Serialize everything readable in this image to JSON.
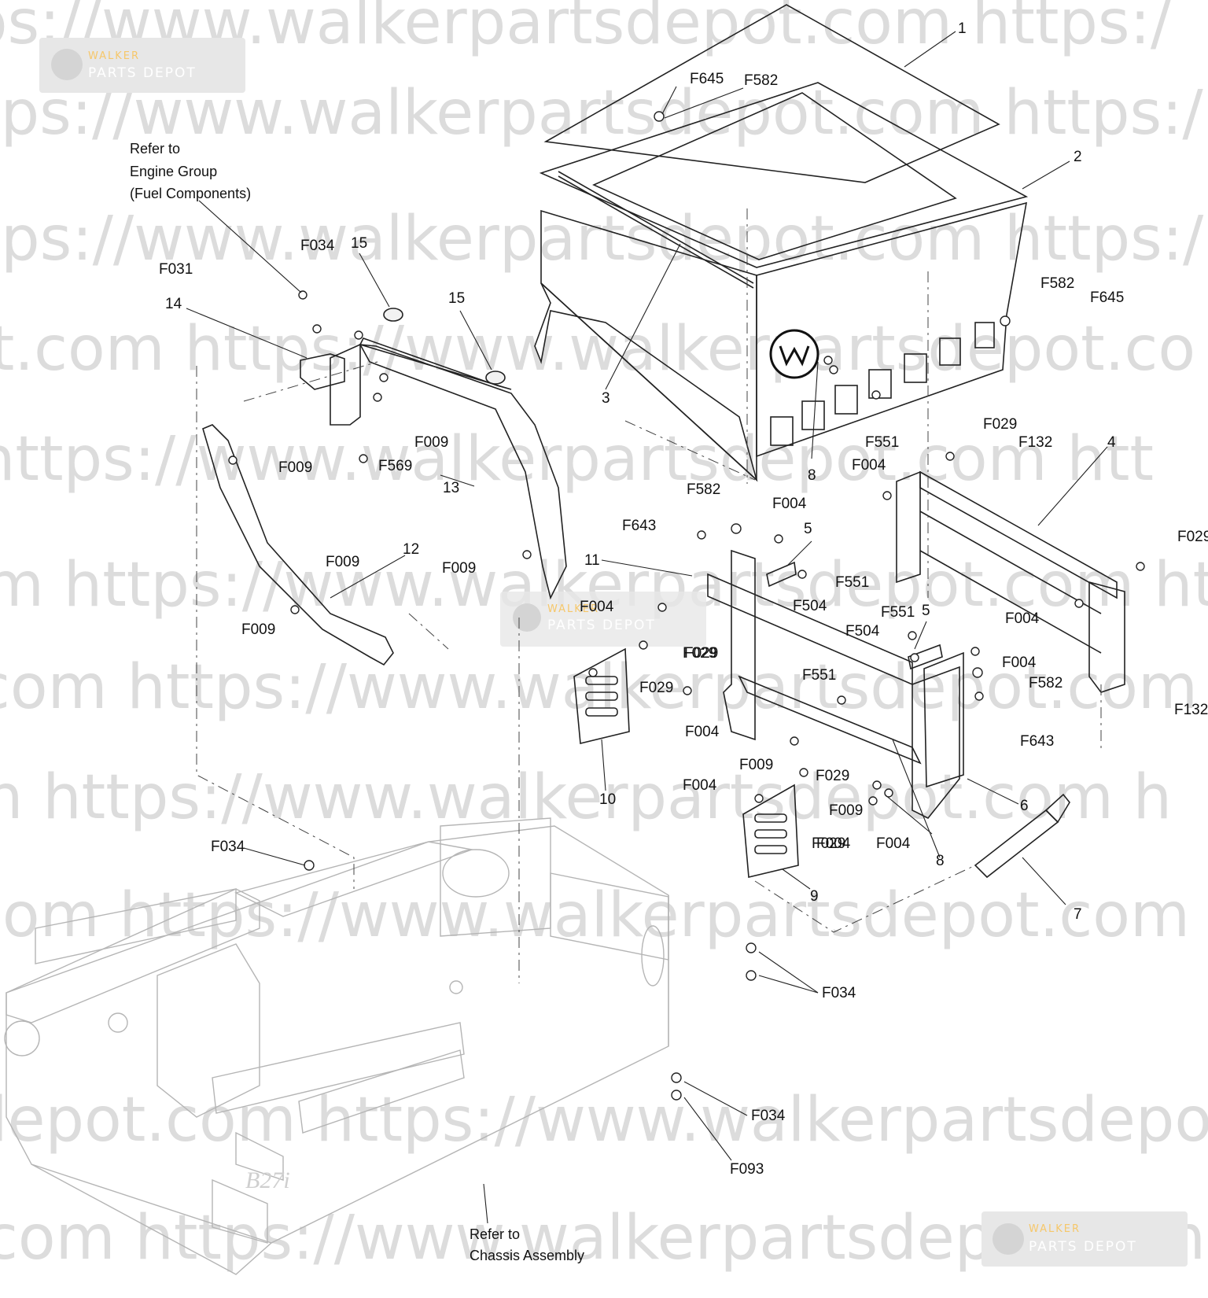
{
  "watermark": {
    "text_lines": [
      "ps://www.walkerpartsdepot.com  https:/",
      "tps://www.walkerpartsdepot.com  https:/",
      "ttps://www.walkerpartsdepot.com  https:/",
      "ot.com  https://www.walkerpartsdepot.co",
      "https://www.walkerpartsdepot.com  htt",
      "m  https://www.walkerpartsdepot.com  ht",
      "com  https://www.walkerpartsdepot.com",
      "n  https://www.walkerpartsdepot.com  h",
      "com  https://www.walkerpartsdepot.com  h",
      "depot.com  https://www.walkerpartsdepot",
      "com  https://www.walkerpartsdepot.com"
    ],
    "badge_brand_top": "WALKER",
    "badge_brand_bottom": "PARTS DEPOT"
  },
  "notes": {
    "engine_ref": [
      "Refer to",
      "Engine Group",
      "(Fuel Components)"
    ],
    "chassis_ref": [
      "Refer to",
      "Chassis Assembly"
    ],
    "model_mark": "B27i"
  },
  "callouts": [
    "1",
    "2",
    "3",
    "4",
    "5",
    "5",
    "6",
    "7",
    "8",
    "8",
    "9",
    "10",
    "11",
    "12",
    "13",
    "14",
    "15",
    "15",
    "F645",
    "F582",
    "F582",
    "F645",
    "F551",
    "F029",
    "F132",
    "F004",
    "F029",
    "F004",
    "F132",
    "F582",
    "F004",
    "F643",
    "F551",
    "F504",
    "F551",
    "F504",
    "F004",
    "F582",
    "F643",
    "F551",
    "F029",
    "F004",
    "F009",
    "F029",
    "F009",
    "F004",
    "F004",
    "F029",
    "F034",
    "F031",
    "F009",
    "F569",
    "F009",
    "F009",
    "F009",
    "F009",
    "F004",
    "F029",
    "F029",
    "F004",
    "F034",
    "F034",
    "F034",
    "F093"
  ]
}
